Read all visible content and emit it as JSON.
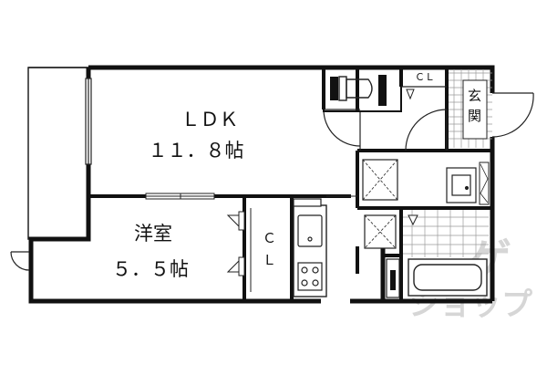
{
  "colors": {
    "wall": "#111111",
    "line": "#222222",
    "tile": "#9a9a9a",
    "watermark": "#d6d6d6",
    "background": "#ffffff"
  },
  "rooms": {
    "ldk": {
      "name": "ＬＤＫ",
      "size": "１１．８帖"
    },
    "western": {
      "name": "洋室",
      "size": "５．５帖"
    },
    "closet_room": {
      "line1": "Ｃ",
      "line2": "Ｌ"
    },
    "closet_top": {
      "label": "ＣＬ"
    },
    "entrance": {
      "line1": "玄",
      "line2": "関"
    }
  },
  "watermark": {
    "line1": "ゲ",
    "line2": "ショップ"
  },
  "icons": [
    "toilet-icon",
    "washbasin-icon",
    "washer-pan-icon",
    "kitchen-sink-icon",
    "stove-icon",
    "bathtub-icon",
    "refrigerator-space-icon"
  ]
}
